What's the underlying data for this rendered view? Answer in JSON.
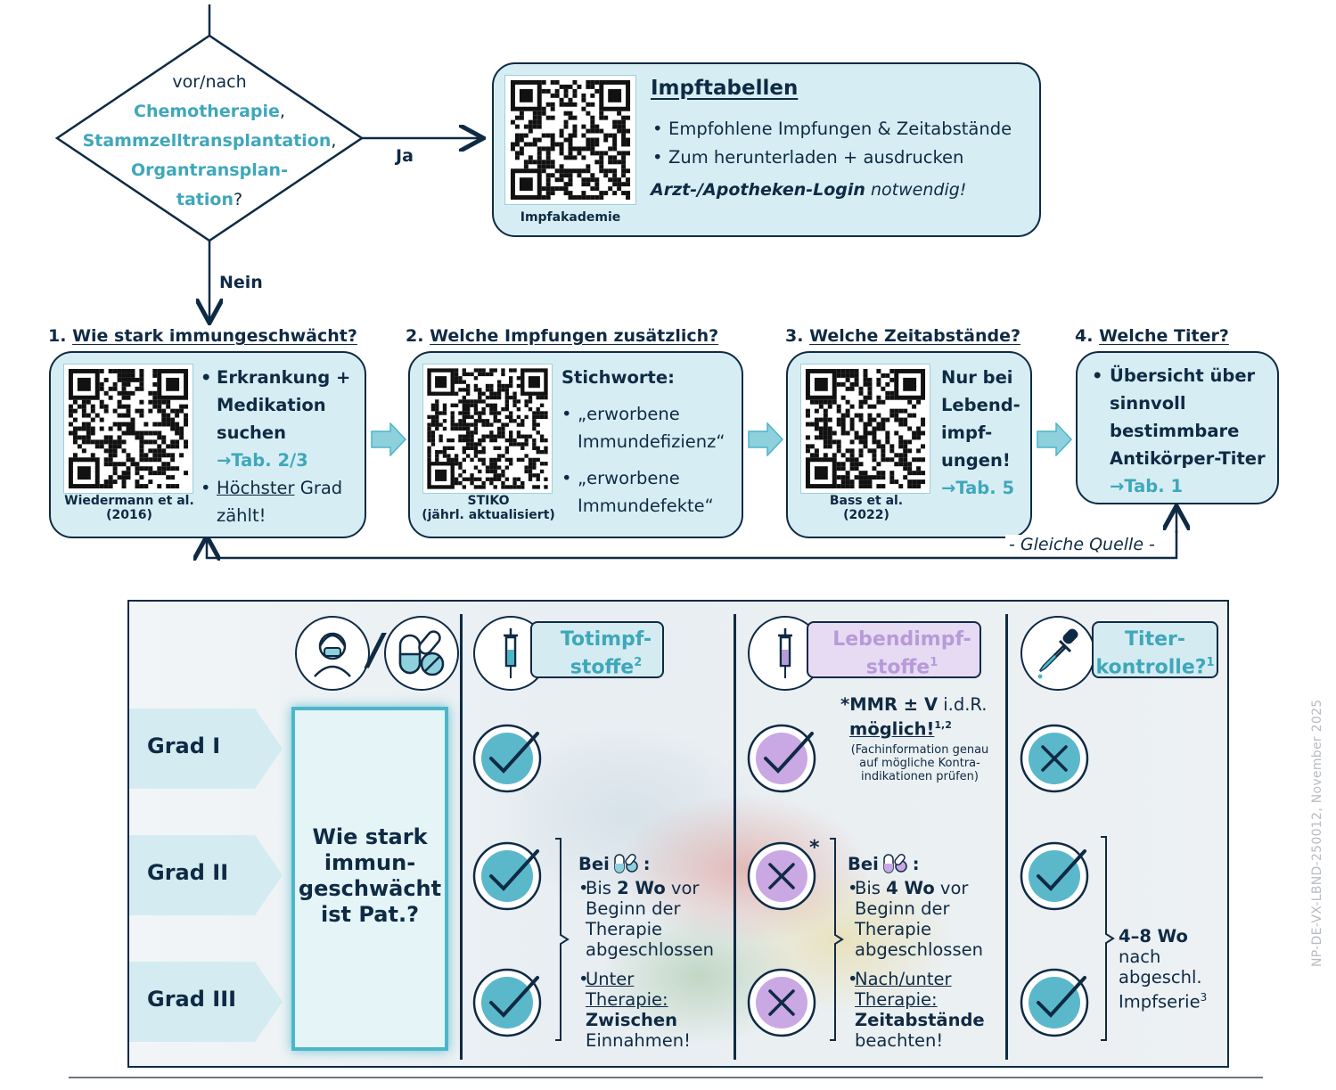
{
  "decision": {
    "line1": "vor/nach",
    "item1": "Chemotherapie",
    "item2": "Stammzelltransplantation",
    "item3a": "Organtransplan-",
    "item3b": "tation",
    "comma": ",",
    "qmark": "?",
    "yes_label": "Ja",
    "no_label": "Nein"
  },
  "impftabellen": {
    "title": "Impftabellen",
    "bullets": [
      "Empfohlene  Impfungen & Zeitabstände",
      "Zum herunterladen  + ausdrucken"
    ],
    "login_bold": "Arzt-/Apotheken-Login",
    "login_rest": "notwendig!",
    "qr_caption": "Impfakademie"
  },
  "steps": [
    {
      "number": "1.",
      "title": "Wie stark immungeschwächt?",
      "qr_caption": "Wiedermann et al.\n(2016)",
      "line1": "Erkrankung +",
      "line2": "Medikation",
      "line3": "suchen",
      "ref": "→Tab. 2/3",
      "line4u": "Höchster",
      "line4r": "Grad",
      "line5": "zählt!"
    },
    {
      "number": "2.",
      "title": "Welche Impfungen zusätzlich?",
      "qr_caption": "STIKO\n(jährl. aktualisiert)",
      "heading": "Stichworte:",
      "kw1a": "„erworbene",
      "kw1b": "Immundefizienz“",
      "kw2a": "„erworbene",
      "kw2b": "Immundefekte“"
    },
    {
      "number": "3.",
      "title": "Welche Zeitabstände?",
      "qr_caption": "Bass et al.\n(2022)",
      "l1": "Nur bei",
      "l2": "Lebend-",
      "l3": "impf-",
      "l4": "ungen!",
      "ref": "→Tab. 5"
    },
    {
      "number": "4.",
      "title": "Welche Titer?",
      "l1": "Übersicht über",
      "l2": "sinnvoll",
      "l3": "bestimmbare",
      "l4": "Antikörper-Titer",
      "ref": "→Tab. 1"
    }
  ],
  "same_source": "- Gleiche  Quelle  -",
  "table": {
    "slash": "/",
    "grades": [
      "Grad I",
      "Grad II",
      "Grad III"
    ],
    "center_question": [
      "Wie stark",
      "immun-",
      "geschwächt",
      "ist Pat.?"
    ],
    "col_tot": {
      "l1": "Totimpf-",
      "l2": "stoffe",
      "sup": "2"
    },
    "col_leb": {
      "l1": "Lebendimpf-",
      "l2": "stoffe",
      "sup": "1"
    },
    "col_titer": {
      "l1": "Titer-",
      "l2": "kontrolle?",
      "sup": "1"
    },
    "mmr": {
      "l1a": "*MMR ± V",
      "l1b": " i.d.R.",
      "l2": "möglich!",
      "sup": "1,2",
      "s1": "(Fachinformation genau",
      "s2": "auf mögliche Kontra-",
      "s3": "indikationen prüfen)"
    },
    "asterisk": "*",
    "tot_note": {
      "bei": "Bei",
      "colon": ":",
      "b1a": "Bis ",
      "b1b": "2 Wo",
      "b1c": " vor",
      "b1d": "Beginn der",
      "b1e": "Therapie",
      "b1f": "abgeschlossen",
      "b2a": "Unter",
      "b2b": "Therapie:",
      "b2c": "Zwischen",
      "b2d": "Einnahmen!"
    },
    "leb_note": {
      "bei": "Bei",
      "colon": ":",
      "b1a": "Bis ",
      "b1b": "4 Wo",
      "b1c": " vor",
      "b1d": "Beginn der",
      "b1e": "Therapie",
      "b1f": "abgeschlossen",
      "b2a": "Nach/unter",
      "b2b": "Therapie:",
      "b2c": "Zeitabstände",
      "b2d": "beachten!"
    },
    "titer_note": {
      "l1": "4–8 Wo",
      "l2": "nach",
      "l3": "abgeschl.",
      "l4": "Impfserie",
      "sup": "3"
    }
  },
  "colors": {
    "navy": "#0f2a44",
    "teal": "#3fa7bb",
    "box_fill": "#d6eef3",
    "purple": "#b99ad8"
  },
  "footer_code": "NP-DE-VX-LBND-250012, November 2025"
}
